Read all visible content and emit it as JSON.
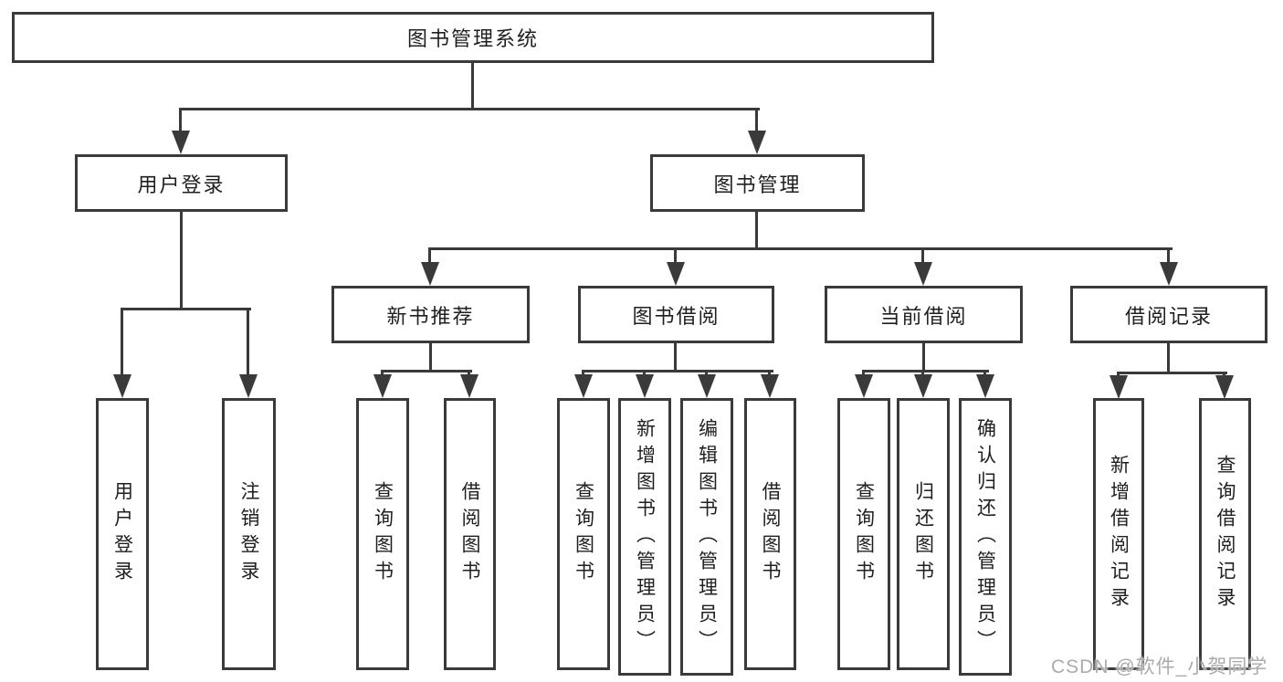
{
  "colors": {
    "line": "#3a3a3a",
    "text": "#1f1f1f",
    "background": "#ffffff",
    "watermark": "#ababab"
  },
  "watermark": {
    "text": "CSDN @软件_小贺同学"
  },
  "tree": {
    "label": "图书管理系统",
    "children": [
      {
        "label": "用户登录",
        "children": [
          {
            "label": "用户登录"
          },
          {
            "label": "注销登录"
          }
        ]
      },
      {
        "label": "图书管理",
        "children": [
          {
            "label": "新书推荐",
            "children": [
              {
                "label": "查询图书"
              },
              {
                "label": "借阅图书"
              }
            ]
          },
          {
            "label": "图书借阅",
            "children": [
              {
                "label": "查询图书"
              },
              {
                "label": "新增图书（管理员）"
              },
              {
                "label": "编辑图书（管理员）"
              },
              {
                "label": "借阅图书"
              }
            ]
          },
          {
            "label": "当前借阅",
            "children": [
              {
                "label": "查询图书"
              },
              {
                "label": "归还图书"
              },
              {
                "label": "确认归还（管理员）"
              }
            ]
          },
          {
            "label": "借阅记录",
            "children": [
              {
                "label": "新增借阅记录"
              },
              {
                "label": "查询借阅记录"
              }
            ]
          }
        ]
      }
    ]
  }
}
